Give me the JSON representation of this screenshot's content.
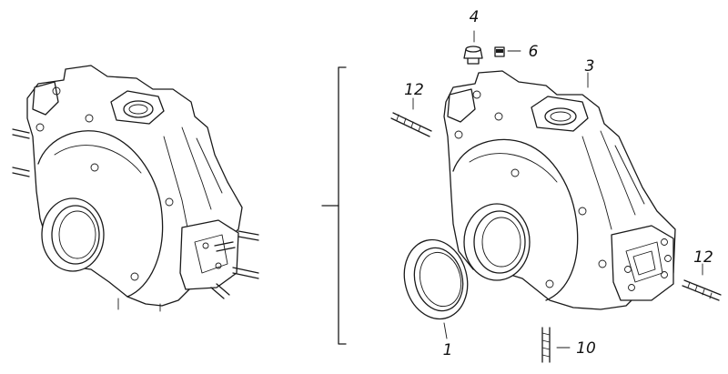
{
  "diagram": {
    "type": "exploded-parts-view",
    "callouts": {
      "c1": "1",
      "c3": "3",
      "c4": "4",
      "c6": "6",
      "c10": "10",
      "c12a": "12",
      "c12b": "12"
    }
  }
}
